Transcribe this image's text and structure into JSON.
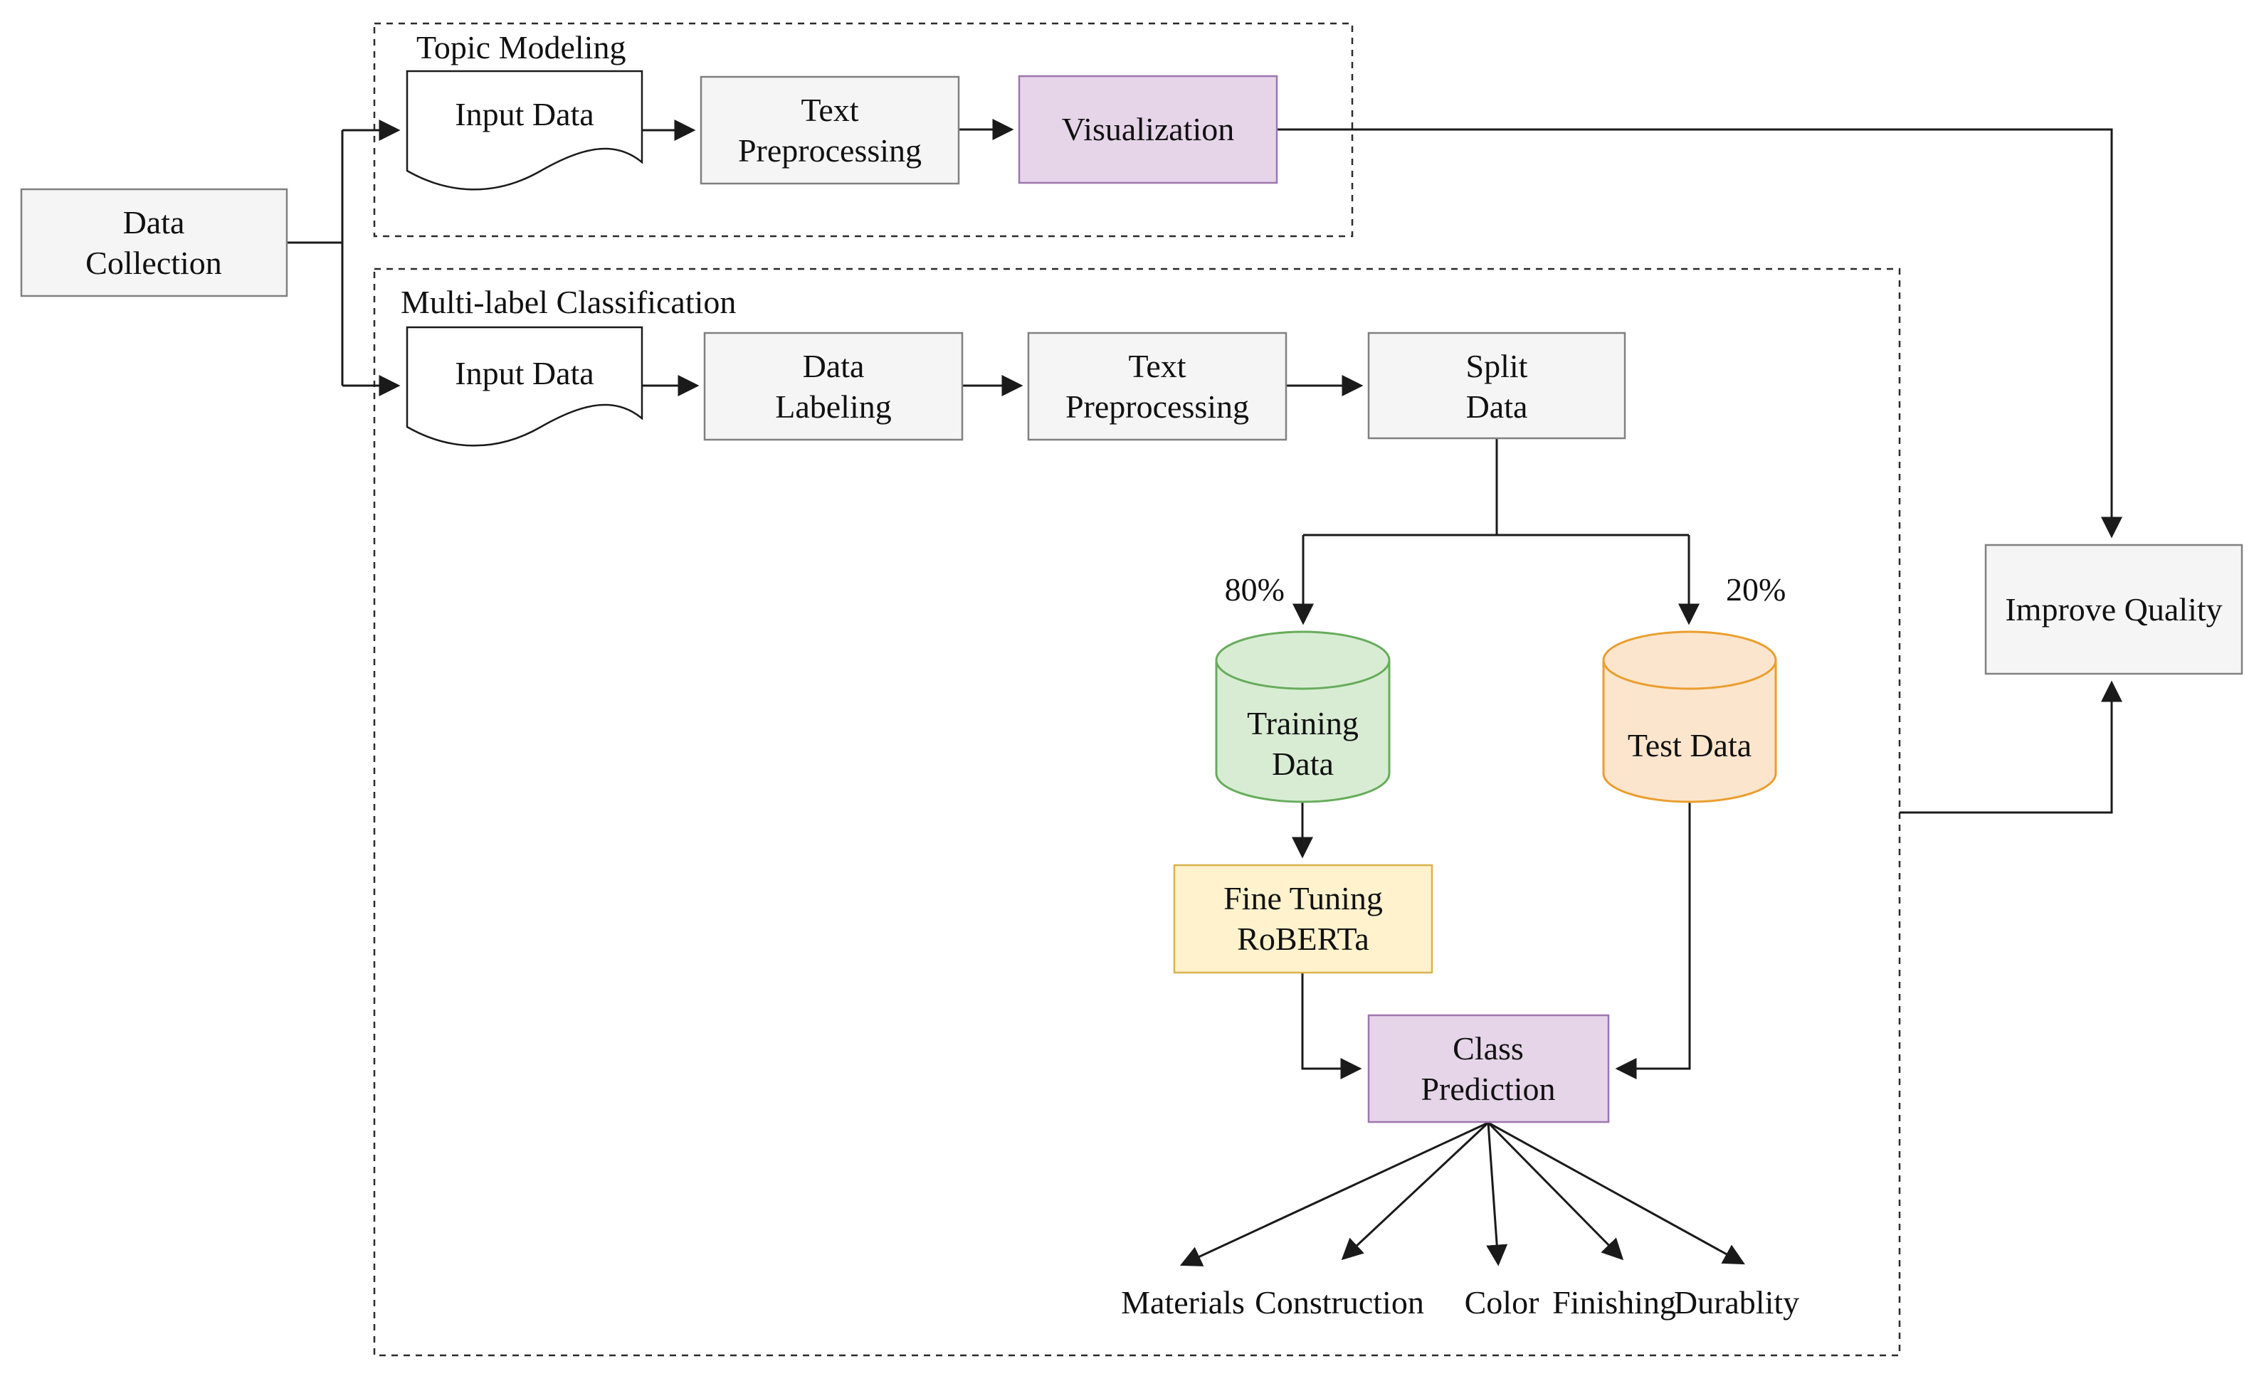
{
  "sections": {
    "topic_modeling": {
      "title": "Topic Modeling"
    },
    "multi_label": {
      "title": "Multi-label Classification"
    }
  },
  "nodes": {
    "data_collection": "Data Collection",
    "input_data_topic": "Input Data",
    "text_preprocessing_topic": "Text Preprocessing",
    "visualization": "Visualization",
    "improve_quality": "Improve Quality",
    "input_data_multi": "Input Data",
    "data_labeling": "Data Labeling",
    "text_preprocessing_multi": "Text Preprocessing",
    "split_data": "Split Data",
    "training_data": "Training Data",
    "test_data": "Test Data",
    "fine_tuning": "Fine Tuning RoBERTa",
    "class_prediction": "Class Prediction"
  },
  "split_percentages": {
    "training": "80%",
    "test": "20%"
  },
  "output_classes": [
    "Materials",
    "Construction",
    "Color",
    "Finishing",
    "Durablity"
  ],
  "colors": {
    "purple_fill": "#E6D5E9",
    "purple_border": "#9E76AE",
    "yellow_fill": "#FFF2CC",
    "yellow_border": "#D9B24F",
    "green_fill": "#D8ECD3",
    "green_border": "#67AC5C",
    "orange_fill": "#FCE5CD",
    "orange_border": "#EA9E2D",
    "gray_fill": "#F5F5F5",
    "gray_border": "#808080",
    "line": "#1a1a1a"
  }
}
